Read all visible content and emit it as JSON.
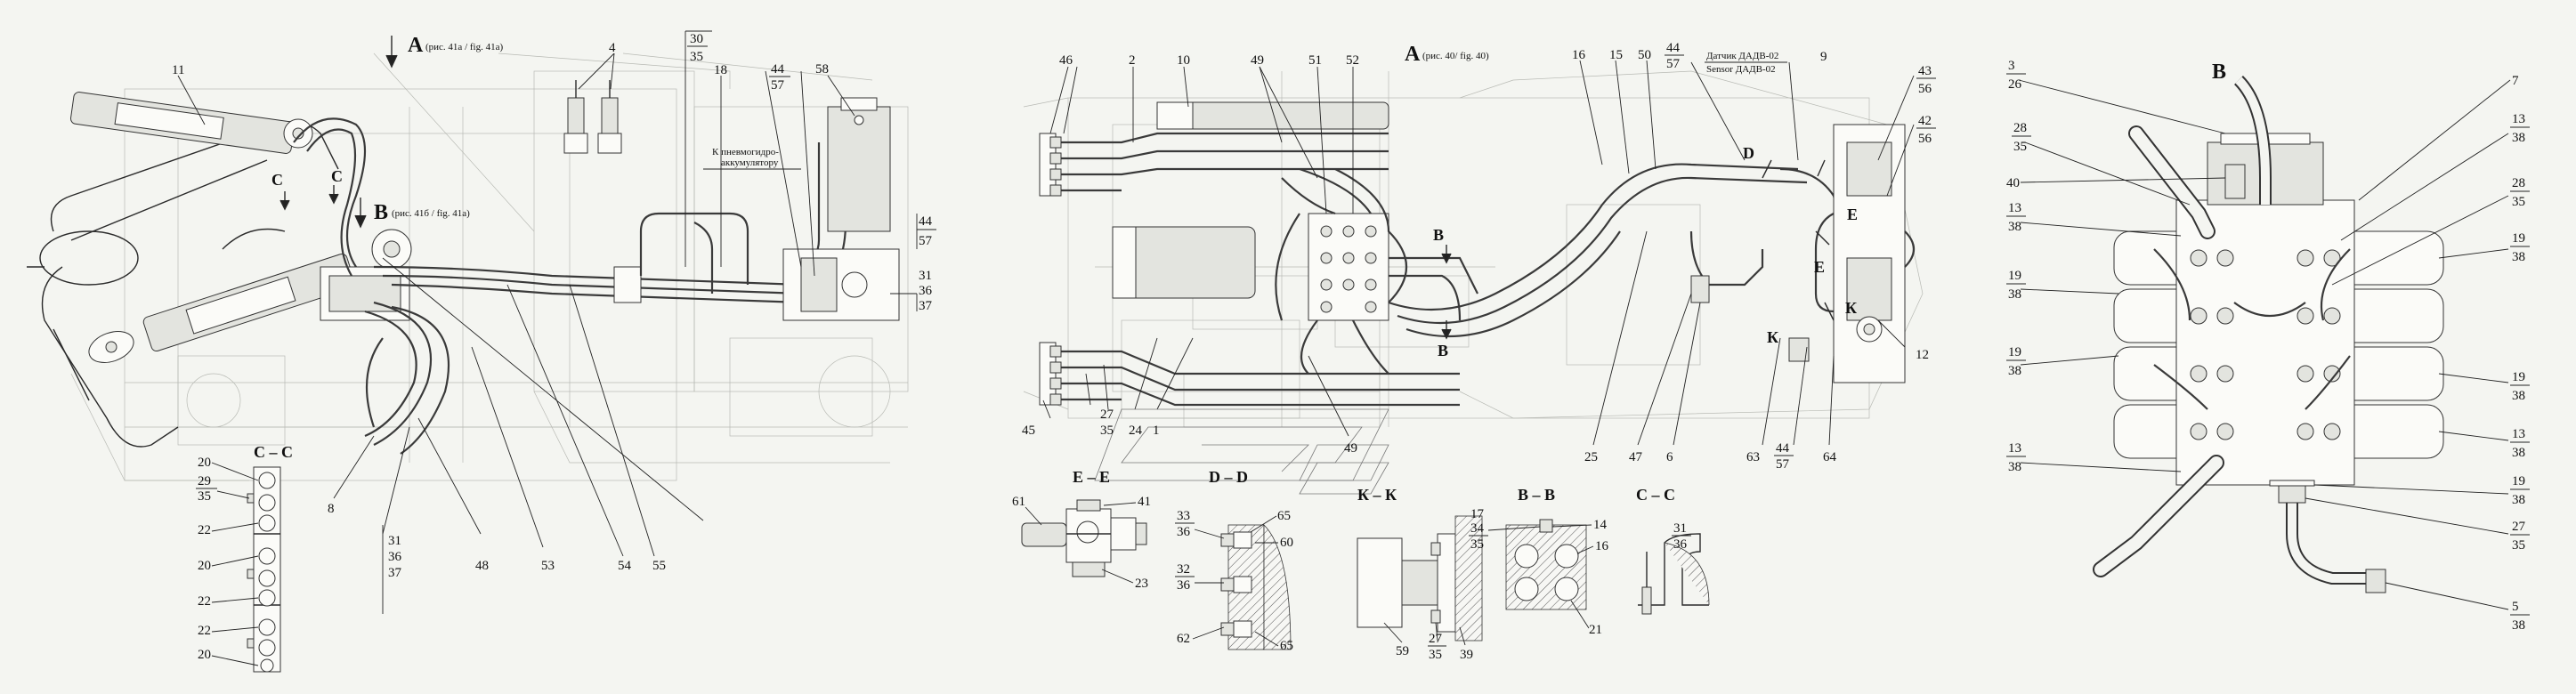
{
  "views": {
    "a_left": {
      "letter": "A",
      "ref": "(рис. 41а / fig. 41a)"
    },
    "b_left": {
      "letter": "B",
      "ref": "(рис. 41б / fig. 41a)"
    },
    "a_center": {
      "letter": "A",
      "ref": "(рис. 40/ fig. 40)"
    },
    "b_right": {
      "letter": "B"
    }
  },
  "notes": {
    "pneumo_line1": "К пневмогидро-",
    "pneumo_line2": "аккумулятору",
    "sensor_line1": "Датчик ДАДВ-02",
    "sensor_line2": "Sensor ДАДВ-02"
  },
  "section_titles": {
    "cc_left": "С – С",
    "ee": "Е – Е",
    "dd": "D – D",
    "kk": "К – К",
    "bb": "В – В",
    "cc_right": "С – С"
  },
  "cut_letters": {
    "c1": "С",
    "c2": "С",
    "b_arrow": "В",
    "b_center": "В",
    "b_center2": "В",
    "d": "D",
    "e1": "Е",
    "e2": "Е",
    "k1": "К",
    "k2": "К"
  },
  "labels": {
    "l11": "11",
    "l4": "4",
    "l30": "30",
    "l35a": "35",
    "l18": "18",
    "l44a": "44",
    "l57a": "57",
    "l58": "58",
    "l44b": "44",
    "l57b": "57",
    "l31a": "31",
    "l36a": "36",
    "l37a": "37",
    "l8": "8",
    "l31b": "31",
    "l36b": "36",
    "l37b": "37",
    "l48": "48",
    "l53": "53",
    "l54": "54",
    "l55": "55",
    "cc20a": "20",
    "cc29": "29",
    "cc35": "35",
    "cc22a": "22",
    "cc20b": "20",
    "cc22b": "22",
    "cc22c": "22",
    "cc20c": "20",
    "c46": "46",
    "c2": "2",
    "c10": "10",
    "c49a": "49",
    "c51": "51",
    "c52": "52",
    "c16": "16",
    "c15": "15",
    "c50": "50",
    "c44": "44",
    "c57": "57",
    "c9": "9",
    "c43": "43",
    "c56a": "56",
    "c42": "42",
    "c56b": "56",
    "c12": "12",
    "c45": "45",
    "c27": "27",
    "c35": "35",
    "c24": "24",
    "c1": "1",
    "c49b": "49",
    "c25": "25",
    "c47": "47",
    "c6": "6",
    "c63": "63",
    "c44b": "44",
    "c57b": "57",
    "c64": "64",
    "e61": "61",
    "e41": "41",
    "e23": "23",
    "d33": "33",
    "d36a": "36",
    "d65a": "65",
    "d60": "60",
    "d32": "32",
    "d36b": "36",
    "d62": "62",
    "d65b": "65",
    "k59": "59",
    "k27": "27",
    "k35": "35",
    "k39": "39",
    "b17": "17",
    "b34": "34",
    "b35": "35",
    "b14": "14",
    "b16": "16",
    "b21": "21",
    "s31": "31",
    "s36": "36",
    "r3": "3",
    "r26": "26",
    "r7": "7",
    "r28a": "28",
    "r35a": "35",
    "r13a": "13",
    "r38a": "38",
    "r40": "40",
    "r13b": "13",
    "r38b": "38",
    "r28b": "28",
    "r35b": "35",
    "r19a": "19",
    "r38c": "38",
    "r19b": "19",
    "r38d": "38",
    "r19c": "19",
    "r38e": "38",
    "r19d": "19",
    "r38f": "38",
    "r13c": "13",
    "r38g": "38",
    "r13d": "13",
    "r38h": "38",
    "r19e": "19",
    "r38i": "38",
    "r27": "27",
    "r35c": "35",
    "r5": "5",
    "r38j": "38"
  }
}
